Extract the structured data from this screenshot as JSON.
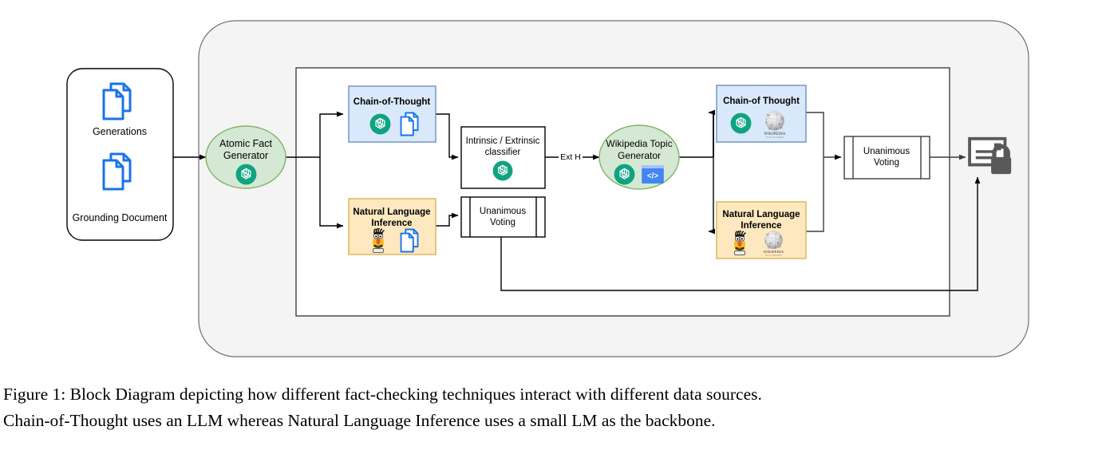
{
  "figure": {
    "caption_line1": "Figure 1: Block Diagram depicting how different fact-checking techniques interact with different data sources.",
    "caption_line2": "Chain-of-Thought uses an LLM whereas Natural Language Inference uses a small LM as the backbone."
  },
  "colors": {
    "panel_fill": "#f4f4f4",
    "panel_stroke": "#666666",
    "inner_fill": "#ffffff",
    "inner_stroke": "#333333",
    "blue_fill": "#dae8fc",
    "blue_stroke": "#6c8ebf",
    "yellow_fill": "#ffe8c0",
    "yellow_stroke": "#d6b656",
    "green_fill": "#d5e8d4",
    "green_stroke": "#82b366",
    "box_fill": "#ffffff",
    "box_stroke": "#000000",
    "arrow": "#000000",
    "doc_icon_blue": "#1a73e8",
    "openai_green": "#10a37f",
    "lock_gray": "#595959",
    "code_blue": "#4285f4",
    "bert_yellow": "#f5c518"
  },
  "inputs": {
    "container_name": "input-sources",
    "items": [
      {
        "label": "Generations",
        "icon": "documents-icon"
      },
      {
        "label": "Grounding Document",
        "icon": "documents-icon"
      }
    ]
  },
  "nodes": {
    "atomic_fact_generator": {
      "label_line1": "Atomic Fact",
      "label_line2": "Generator",
      "shape": "ellipse",
      "icons": [
        "openai-icon"
      ]
    },
    "cot_left": {
      "label": "Chain-of-Thought",
      "shape": "rect",
      "fill": "blue",
      "icons": [
        "openai-icon",
        "documents-icon"
      ]
    },
    "nli_left": {
      "label_line1": "Natural Language",
      "label_line2": "Inference",
      "shape": "rect",
      "fill": "yellow",
      "icons": [
        "bert-icon",
        "documents-icon"
      ]
    },
    "classifier": {
      "label_line1": "Intrinsic / Extrinsic",
      "label_line2": "classifier",
      "shape": "rect",
      "icons": [
        "openai-icon"
      ]
    },
    "voting_left": {
      "label_line1": "Unanimous",
      "label_line2": "Voting",
      "shape": "predefined-process",
      "icons": []
    },
    "wikipedia_topic_generator": {
      "label_line1": "Wikipedia Topic",
      "label_line2": "Generator",
      "shape": "ellipse",
      "icons": [
        "openai-icon",
        "code-icon"
      ]
    },
    "cot_right": {
      "label": "Chain-of Thought",
      "shape": "rect",
      "fill": "blue",
      "icons": [
        "openai-icon",
        "wikipedia-icon"
      ]
    },
    "nli_right": {
      "label_line1": "Natural Language",
      "label_line2": "Inference",
      "shape": "rect",
      "fill": "yellow",
      "icons": [
        "bert-icon",
        "wikipedia-icon"
      ]
    },
    "voting_right": {
      "label_line1": "Unanimous",
      "label_line2": "Voting",
      "shape": "predefined-process",
      "icons": []
    },
    "output": {
      "label": "",
      "icon": "document-lock-icon"
    }
  },
  "edges": [
    {
      "from": "input-sources",
      "to": "atomic-fact-generator",
      "label": ""
    },
    {
      "from": "atomic-fact-generator",
      "to": "cot-left",
      "label": ""
    },
    {
      "from": "atomic-fact-generator",
      "to": "nli-left",
      "label": ""
    },
    {
      "from": "cot-left",
      "to": "classifier",
      "label": ""
    },
    {
      "from": "nli-left",
      "to": "voting-left",
      "label": ""
    },
    {
      "from": "classifier",
      "to": "wikipedia-topic-generator",
      "label": "Ext H"
    },
    {
      "from": "wikipedia-topic-generator",
      "to": "cot-right",
      "label": ""
    },
    {
      "from": "wikipedia-topic-generator",
      "to": "nli-right",
      "label": ""
    },
    {
      "from": "cot-right",
      "to": "voting-right",
      "label": ""
    },
    {
      "from": "nli-right",
      "to": "voting-right",
      "label": ""
    },
    {
      "from": "voting-right",
      "to": "output",
      "label": ""
    },
    {
      "from": "voting-left",
      "to": "output",
      "label": ""
    }
  ],
  "edge_labels": {
    "ext_h": "Ext H"
  },
  "wikipedia_logo": {
    "wordmark": "WIKIPEDIA",
    "tagline": "The Free Encyclopedia"
  },
  "code_icon": {
    "glyph": "</>"
  }
}
